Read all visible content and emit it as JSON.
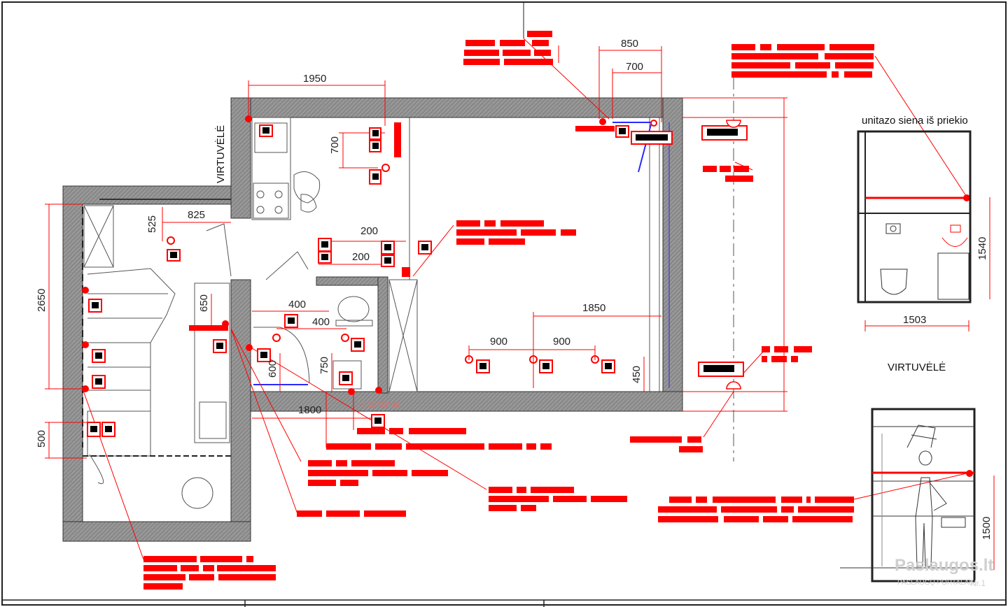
{
  "labels": {
    "kitchen_left": "VIRTUVĖLĖ",
    "kitchen_right": "VIRTUVĖLĖ",
    "toilet_wall": "unitazo siena iš priekio",
    "height_note": "H-1540mm"
  },
  "dimensions": {
    "d1950": "1950",
    "d850": "850",
    "d700_top": "700",
    "d700_left": "700",
    "d825": "825",
    "d525": "525",
    "d2650": "2650",
    "d650": "650",
    "d200_a": "200",
    "d200_b": "200",
    "d400_a": "400",
    "d400_b": "400",
    "d750": "750",
    "d600": "600",
    "d1800": "1800",
    "d500": "500",
    "d1850": "1850",
    "d900_a": "900",
    "d900_b": "900",
    "d450": "450",
    "d1540": "1540",
    "d1503": "1503",
    "d1500": "1500"
  },
  "watermark": {
    "brand": "Paslaugos.lt",
    "tagline": "PASLAUGŲ PORTALAS",
    "rank": "Nr.1"
  },
  "colors": {
    "wall": "#8a8a8a",
    "outline": "#333333",
    "accent": "#ff0000",
    "marker": "#000000",
    "blue": "#2a2aff"
  }
}
